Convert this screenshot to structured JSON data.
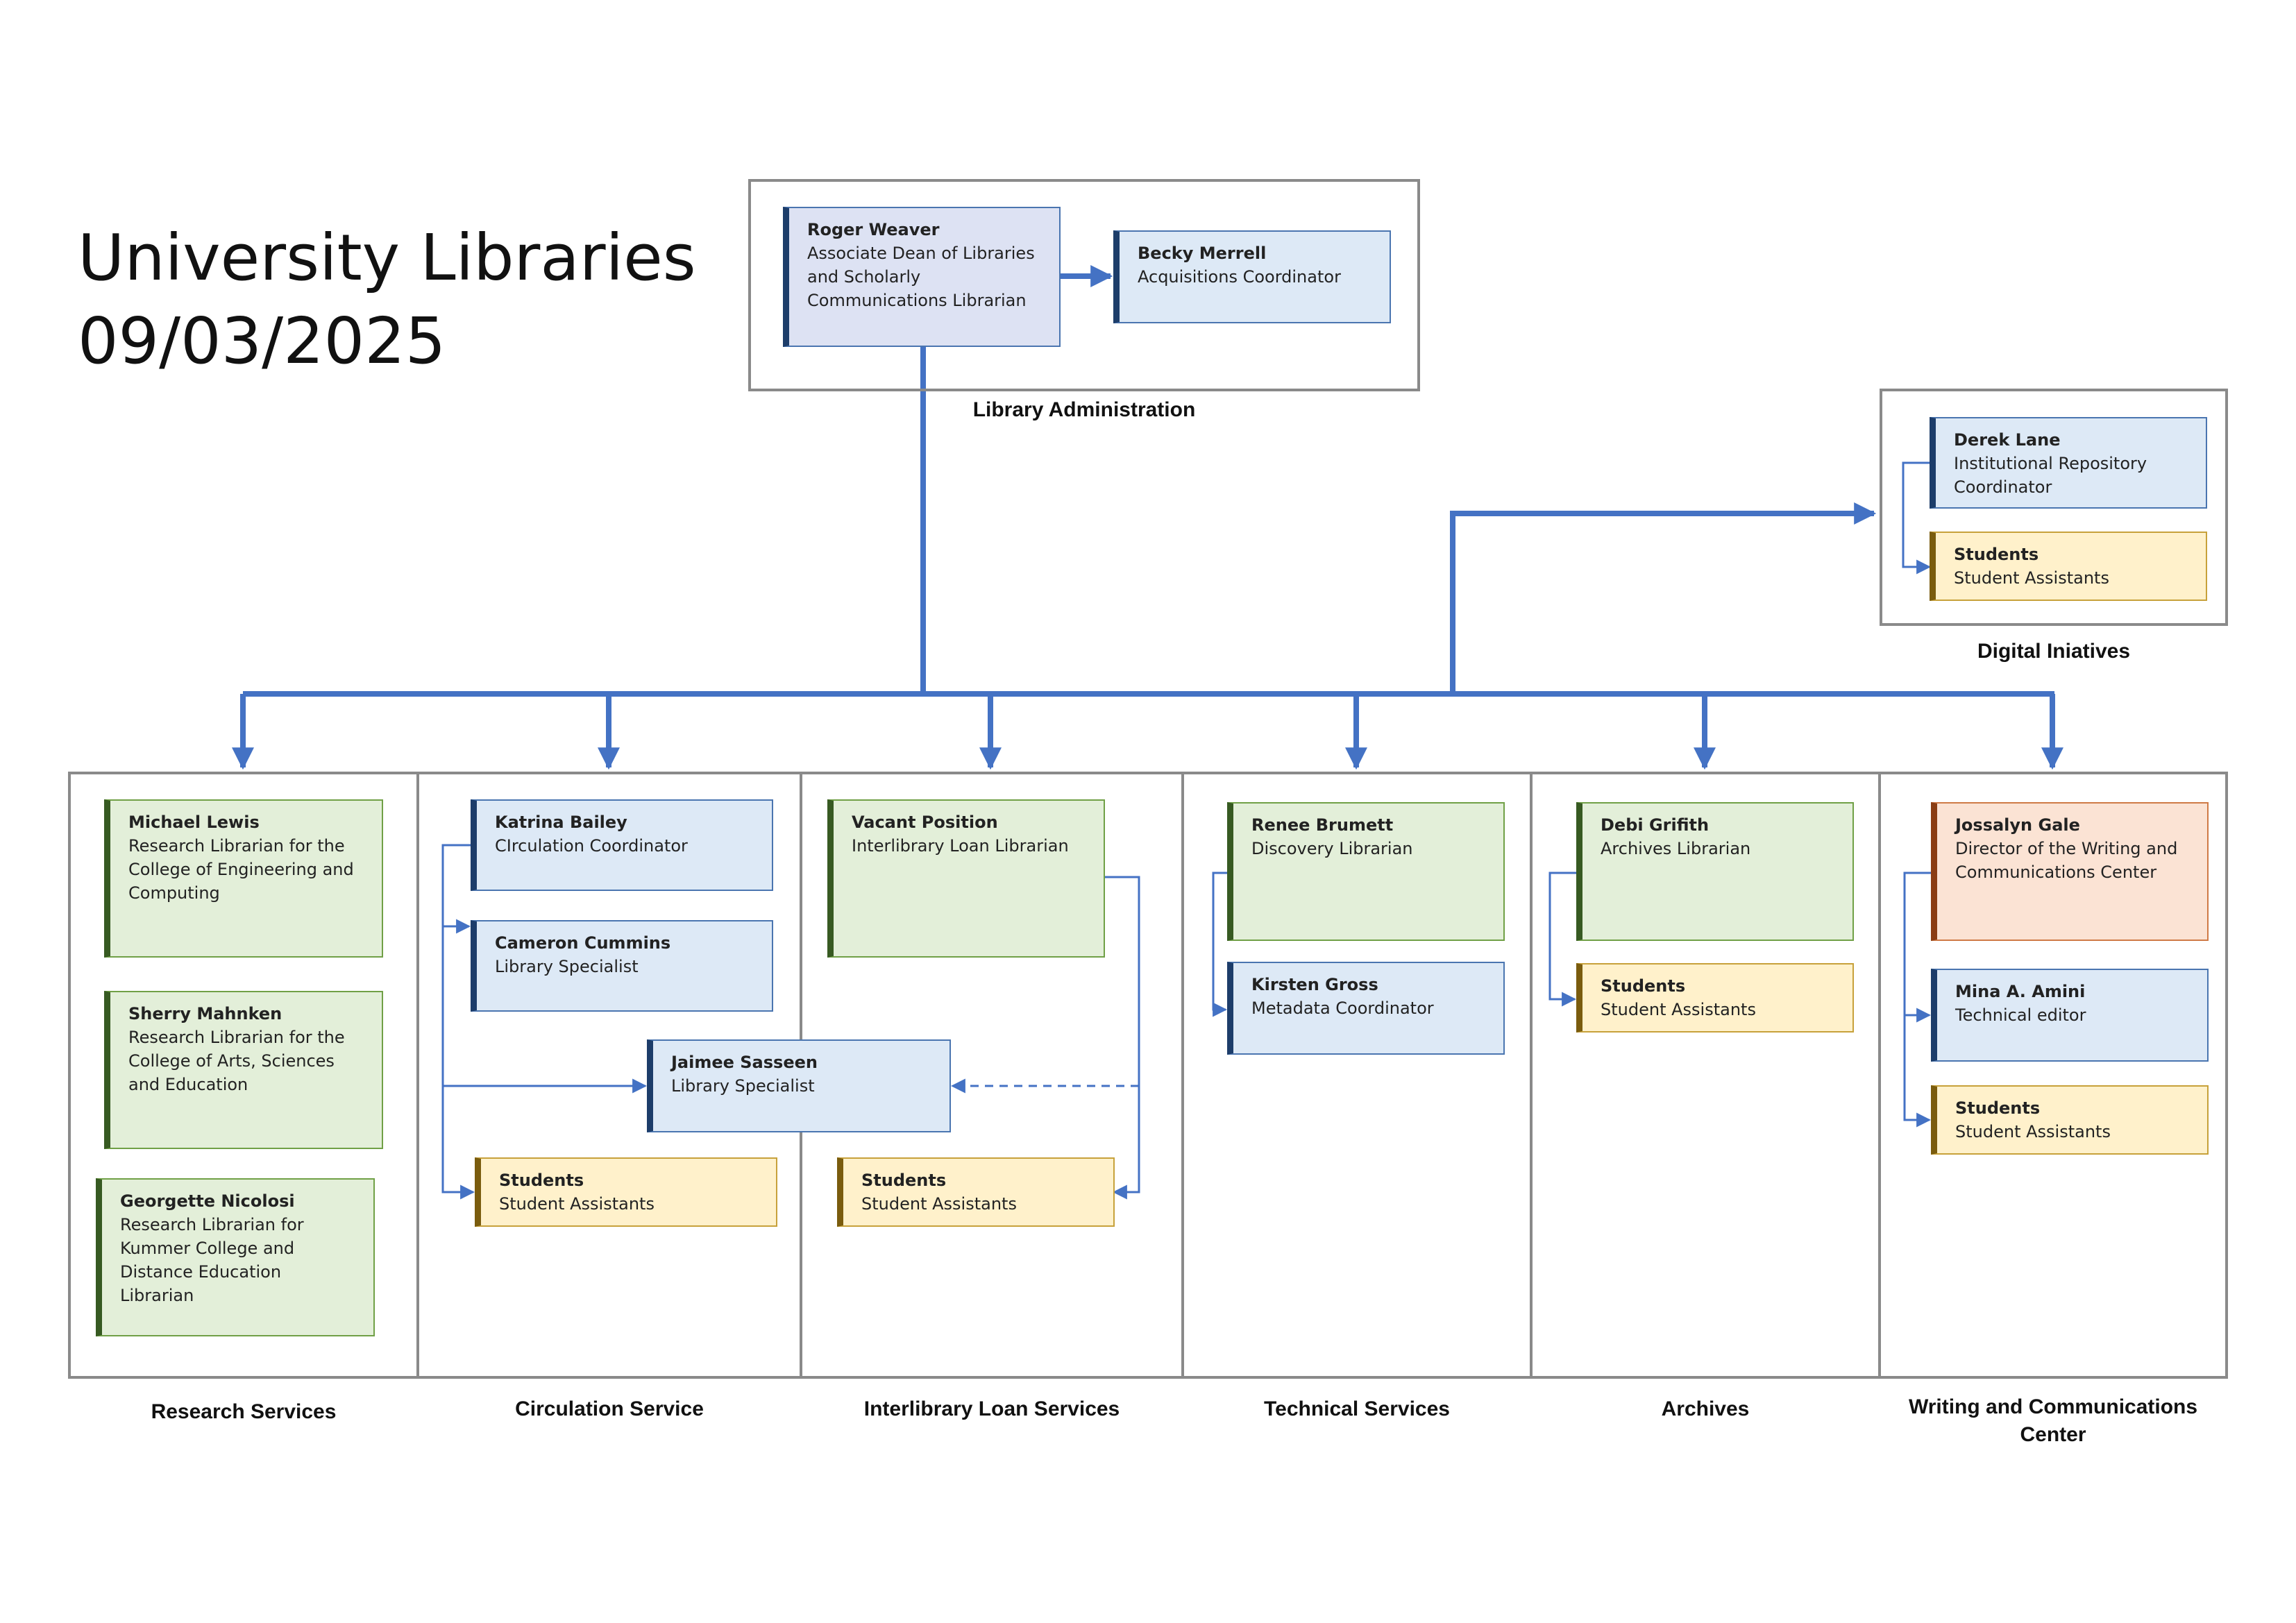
{
  "header": {
    "title": "University Libraries",
    "date": "09/03/2025"
  },
  "colors": {
    "connector": "#4472c4",
    "group_border": "#8a8a8a"
  },
  "groups": {
    "administration": {
      "label": "Library Administration",
      "people": [
        {
          "name": "Roger Weaver",
          "role": "Associate Dean of Libraries and Scholarly Communications Librarian"
        },
        {
          "name": "Becky Merrell",
          "role": "Acquisitions Coordinator"
        }
      ]
    },
    "digital": {
      "label": "Digital Iniatives",
      "people": [
        {
          "name": "Derek Lane",
          "role": "Institutional Repository Coordinator"
        },
        {
          "name": "Students",
          "role": "Student Assistants"
        }
      ]
    },
    "research": {
      "label": "Research Services",
      "people": [
        {
          "name": "Michael Lewis",
          "role": "Research Librarian for the College of Engineering and Computing"
        },
        {
          "name": "Sherry Mahnken",
          "role": "Research Librarian for the College of Arts, Sciences and Education"
        },
        {
          "name": "Georgette Nicolosi",
          "role": "Research Librarian for Kummer College and Distance Education Librarian"
        }
      ]
    },
    "circulation": {
      "label": "Circulation Service",
      "people": [
        {
          "name": "Katrina Bailey",
          "role": "CIrculation Coordinator"
        },
        {
          "name": "Cameron Cummins",
          "role": "Library Specialist"
        },
        {
          "name": "Jaimee Sasseen",
          "role": "Library Specialist"
        },
        {
          "name": "Students",
          "role": "Student Assistants"
        }
      ]
    },
    "ill": {
      "label": "Interlibrary Loan Services",
      "people": [
        {
          "name": "Vacant Position",
          "role": "Interlibrary Loan Librarian"
        },
        {
          "name": "Students",
          "role": "Student Assistants"
        }
      ]
    },
    "technical": {
      "label": "Technical Services",
      "people": [
        {
          "name": "Renee Brumett",
          "role": "Discovery Librarian"
        },
        {
          "name": "Kirsten Gross",
          "role": "Metadata Coordinator"
        }
      ]
    },
    "archives": {
      "label": "Archives",
      "people": [
        {
          "name": "Debi Grifith",
          "role": "Archives Librarian"
        },
        {
          "name": "Students",
          "role": "Student Assistants"
        }
      ]
    },
    "writing": {
      "label": "Writing and Communications Center",
      "people": [
        {
          "name": "Jossalyn Gale",
          "role": "Director of the Writing and Communications Center"
        },
        {
          "name": "Mina A. Amini",
          "role": "Technical editor"
        },
        {
          "name": "Students",
          "role": "Student Assistants"
        }
      ]
    }
  }
}
